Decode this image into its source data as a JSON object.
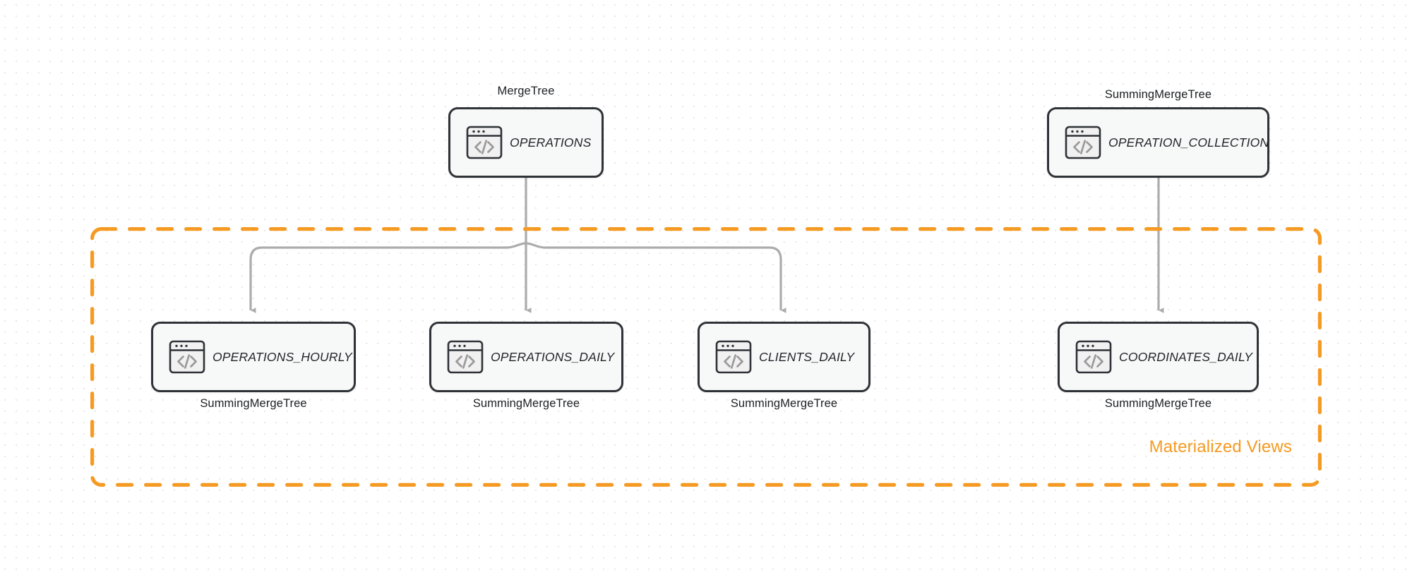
{
  "diagram": {
    "background": "dotted-grid",
    "accent_color": "#F59A23",
    "node_border_color": "#2F3337",
    "node_fill_color": "#F7F8F8",
    "edge_color": "#ACACAC"
  },
  "group": {
    "label": "Materialized Views",
    "style": "dashed",
    "color": "#F59A23"
  },
  "nodes": {
    "operations": {
      "title": "OPERATIONS",
      "engine": "MergeTree",
      "engine_position": "above",
      "icon": "code-window-icon"
    },
    "operation_collection": {
      "title": "OPERATION_COLLECTION",
      "engine": "SummingMergeTree",
      "engine_position": "above",
      "icon": "code-window-icon"
    },
    "operations_hourly": {
      "title": "OPERATIONS_HOURLY",
      "engine": "SummingMergeTree",
      "engine_position": "below",
      "icon": "code-window-icon"
    },
    "operations_daily": {
      "title": "OPERATIONS_DAILY",
      "engine": "SummingMergeTree",
      "engine_position": "below",
      "icon": "code-window-icon"
    },
    "clients_daily": {
      "title": "CLIENTS_DAILY",
      "engine": "SummingMergeTree",
      "engine_position": "below",
      "icon": "code-window-icon"
    },
    "coordinates_daily": {
      "title": "COORDINATES_DAILY",
      "engine": "SummingMergeTree",
      "engine_position": "below",
      "icon": "code-window-icon"
    }
  },
  "edges": [
    {
      "from": "operations",
      "to": "operations_hourly"
    },
    {
      "from": "operations",
      "to": "operations_daily"
    },
    {
      "from": "operations",
      "to": "clients_daily"
    },
    {
      "from": "operation_collection",
      "to": "coordinates_daily"
    }
  ]
}
